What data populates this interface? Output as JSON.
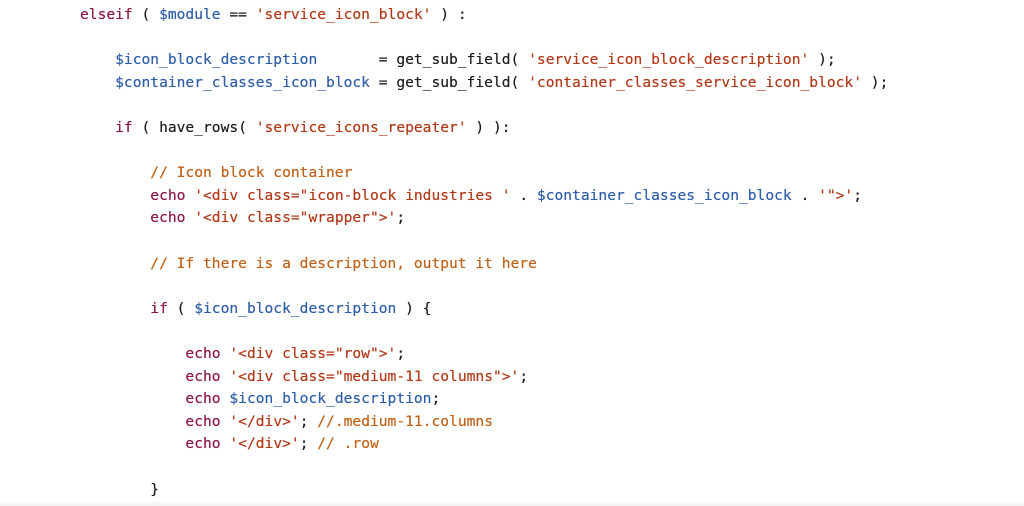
{
  "editor": {
    "lines": [
      [
        {
          "t": "k",
          "v": "elseif"
        },
        {
          "t": "p",
          "v": " ( "
        },
        {
          "t": "v",
          "v": "$module"
        },
        {
          "t": "p",
          "v": " == "
        },
        {
          "t": "s",
          "v": "'service_icon_block'"
        },
        {
          "t": "p",
          "v": " ) :"
        }
      ],
      [],
      [
        {
          "t": "v",
          "v": "    $icon_block_description"
        },
        {
          "t": "p",
          "v": "       = "
        },
        {
          "t": "f",
          "v": "get_sub_field"
        },
        {
          "t": "p",
          "v": "( "
        },
        {
          "t": "s",
          "v": "'service_icon_block_description'"
        },
        {
          "t": "p",
          "v": " );"
        }
      ],
      [
        {
          "t": "v",
          "v": "    $container_classes_icon_block"
        },
        {
          "t": "p",
          "v": " = "
        },
        {
          "t": "f",
          "v": "get_sub_field"
        },
        {
          "t": "p",
          "v": "( "
        },
        {
          "t": "s",
          "v": "'container_classes_service_icon_block'"
        },
        {
          "t": "p",
          "v": " );"
        }
      ],
      [],
      [
        {
          "t": "k",
          "v": "    if"
        },
        {
          "t": "p",
          "v": " ( "
        },
        {
          "t": "f",
          "v": "have_rows"
        },
        {
          "t": "p",
          "v": "( "
        },
        {
          "t": "s",
          "v": "'service_icons_repeater'"
        },
        {
          "t": "p",
          "v": " ) ):"
        }
      ],
      [],
      [
        {
          "t": "c",
          "v": "        // Icon block container"
        }
      ],
      [
        {
          "t": "k",
          "v": "        echo"
        },
        {
          "t": "p",
          "v": " "
        },
        {
          "t": "s",
          "v": "'<div class=\"icon-block industries '"
        },
        {
          "t": "p",
          "v": " . "
        },
        {
          "t": "v",
          "v": "$container_classes_icon_block"
        },
        {
          "t": "p",
          "v": " . "
        },
        {
          "t": "s",
          "v": "'\">'"
        },
        {
          "t": "p",
          "v": ";"
        }
      ],
      [
        {
          "t": "k",
          "v": "        echo"
        },
        {
          "t": "p",
          "v": " "
        },
        {
          "t": "s",
          "v": "'<div class=\"wrapper\">'"
        },
        {
          "t": "p",
          "v": ";"
        }
      ],
      [],
      [
        {
          "t": "c",
          "v": "        // If there is a description, output it here"
        }
      ],
      [],
      [
        {
          "t": "k",
          "v": "        if"
        },
        {
          "t": "p",
          "v": " ( "
        },
        {
          "t": "v",
          "v": "$icon_block_description"
        },
        {
          "t": "p",
          "v": " ) {"
        }
      ],
      [],
      [
        {
          "t": "k",
          "v": "            echo"
        },
        {
          "t": "p",
          "v": " "
        },
        {
          "t": "s",
          "v": "'<div class=\"row\">'"
        },
        {
          "t": "p",
          "v": ";"
        }
      ],
      [
        {
          "t": "k",
          "v": "            echo"
        },
        {
          "t": "p",
          "v": " "
        },
        {
          "t": "s",
          "v": "'<div class=\"medium-11 columns\">'"
        },
        {
          "t": "p",
          "v": ";"
        }
      ],
      [
        {
          "t": "k",
          "v": "            echo"
        },
        {
          "t": "p",
          "v": " "
        },
        {
          "t": "v",
          "v": "$icon_block_description"
        },
        {
          "t": "p",
          "v": ";"
        }
      ],
      [
        {
          "t": "k",
          "v": "            echo"
        },
        {
          "t": "p",
          "v": " "
        },
        {
          "t": "s",
          "v": "'</div>'"
        },
        {
          "t": "p",
          "v": "; "
        },
        {
          "t": "c",
          "v": "//.medium-11.columns"
        }
      ],
      [
        {
          "t": "k",
          "v": "            echo"
        },
        {
          "t": "p",
          "v": " "
        },
        {
          "t": "s",
          "v": "'</div>'"
        },
        {
          "t": "p",
          "v": "; "
        },
        {
          "t": "c",
          "v": "// .row"
        }
      ],
      [],
      [
        {
          "t": "p",
          "v": "        }"
        }
      ]
    ]
  }
}
